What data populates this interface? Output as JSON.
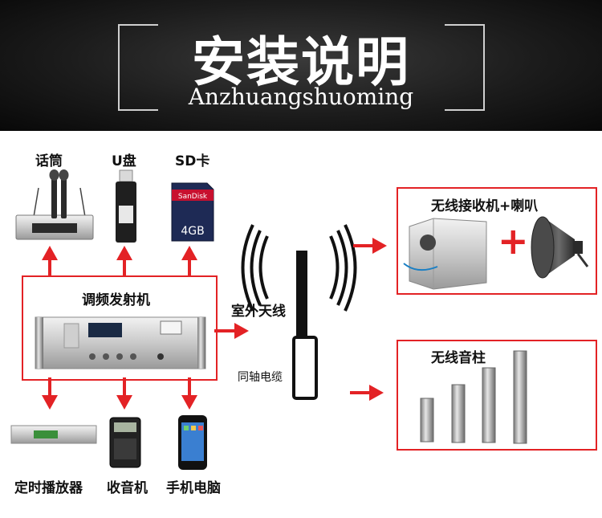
{
  "header": {
    "title": "安装说明",
    "subtitle": "Anzhuangshuoming"
  },
  "sources": {
    "mic": "话筒",
    "usb": "U盘",
    "sd": "SD卡",
    "sd_card_brand": "SanDisk",
    "sd_card_capacity": "4GB"
  },
  "transmitter": {
    "label": "调频发射机"
  },
  "outputs": {
    "timer": "定时播放器",
    "radio": "收音机",
    "phone": "手机电脑"
  },
  "antenna": {
    "label": "室外天线",
    "cable": "同轴电缆"
  },
  "receivers": {
    "receiver_speaker": "无线接收机+喇叭",
    "column_speaker": "无线音柱",
    "plus": "+"
  },
  "colors": {
    "arrow": "#e32225",
    "header_bg": "#1c1c1c"
  }
}
